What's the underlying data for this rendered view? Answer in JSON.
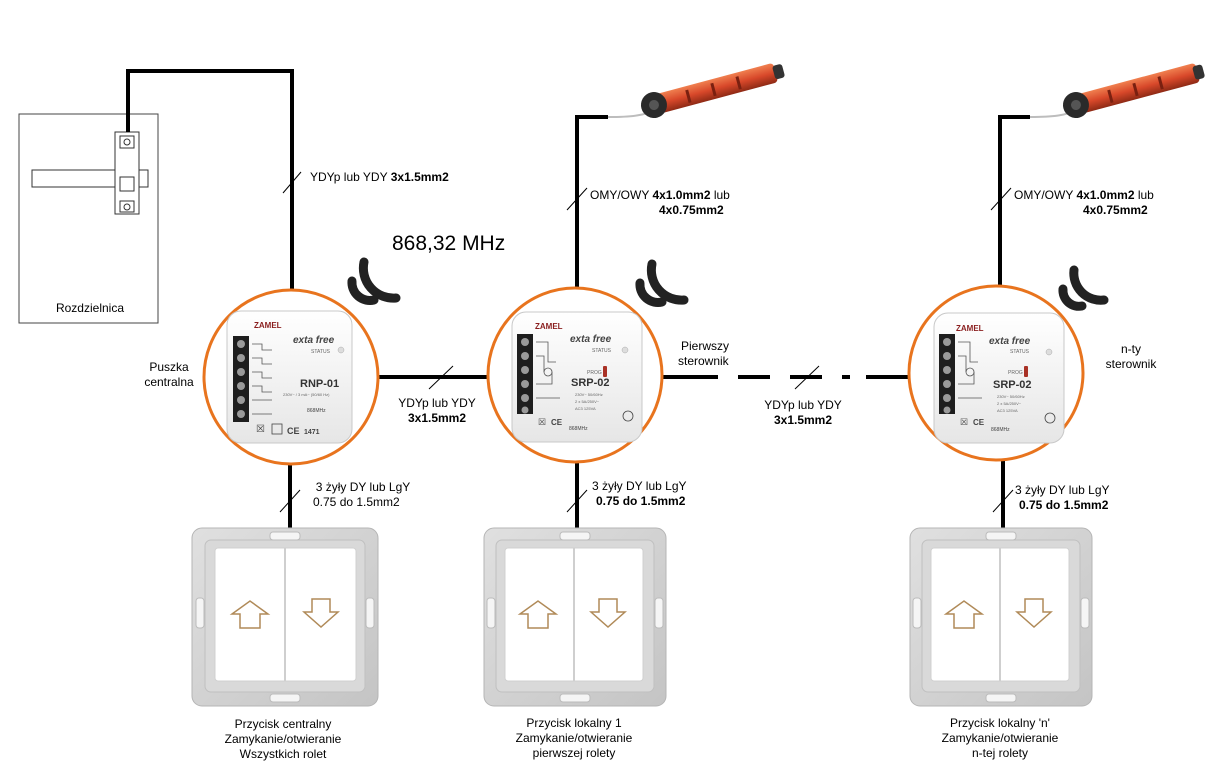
{
  "frequency": "868,32 MHz",
  "distribution_board": {
    "label": "Rozdzielnica"
  },
  "central_box": {
    "label_line1": "Puszka",
    "label_line2": "centralna"
  },
  "first_controller": {
    "label_line1": "Pierwszy",
    "label_line2": "sterownik"
  },
  "nth_controller": {
    "label_line1": "n-ty",
    "label_line2": "sterownik"
  },
  "devices": {
    "rnp": {
      "brand": "ZAMEL",
      "logo": "exta free",
      "status": "STATUS",
      "model": "RNP-01",
      "spec": "230V~ / 3 mA~ (50/60 Hz)",
      "freq": "868MHz",
      "cert": "1471"
    },
    "srp1": {
      "brand": "ZAMEL",
      "logo": "exta free",
      "status": "STATUS",
      "prog": "PROG",
      "model": "SRP-02",
      "spec1": "230V~ 50/60Hz",
      "spec2": "2 x 5A/250V~",
      "spec3": "AC3 125VA",
      "freq": "868MHz"
    },
    "srp2": {
      "brand": "ZAMEL",
      "logo": "exta free",
      "status": "STATUS",
      "prog": "PROG",
      "model": "SRP-02",
      "spec1": "230V~ 50/60Hz",
      "spec2": "2 x 5A/250V~",
      "spec3": "AC3 125VA",
      "freq": "868MHz"
    }
  },
  "cables": {
    "supply": {
      "normal": "YDYp lub YDY ",
      "bold": "3x1.5mm2"
    },
    "motor1": {
      "normal1": "OMY/OWY ",
      "bold1": "4x1.0mm2",
      "normal2": " lub",
      "bold2": "4x0.75mm2"
    },
    "motor2": {
      "normal1": "OMY/OWY ",
      "bold1": "4x1.0mm2",
      "normal2": " lub",
      "bold2": "4x0.75mm2"
    },
    "link1": {
      "line1": "YDYp lub YDY",
      "line2": "3x1.5mm2"
    },
    "link2": {
      "line1": "YDYp lub YDY",
      "line2": "3x1.5mm2"
    },
    "button_central": {
      "line1": "3 żyły DY lub LgY",
      "line2": "0.75 do 1.5mm2"
    },
    "button_local1": {
      "line1": "3 żyły DY lub LgY",
      "line2": "0.75 do 1.5mm2"
    },
    "button_localn": {
      "line1": "3 żyły DY lub LgY",
      "line2": "0.75 do 1.5mm2"
    }
  },
  "buttons": {
    "central": {
      "line1": "Przycisk centralny",
      "line2": "Zamykanie/otwieranie",
      "line3": "Wszystkich rolet"
    },
    "local1": {
      "line1": "Przycisk lokalny 1",
      "line2": "Zamykanie/otwieranie",
      "line3": "pierwszej rolety"
    },
    "localn": {
      "line1": "Przycisk lokalny 'n'",
      "line2": "Zamykanie/otwieranie",
      "line3": "n-tej rolety"
    }
  },
  "colors": {
    "highlight_circle": "#e8741e",
    "motor_tube": "#d8482a",
    "wire": "#000000",
    "switch_frame": "#d4d4d4",
    "arrow": "#b08a58"
  }
}
